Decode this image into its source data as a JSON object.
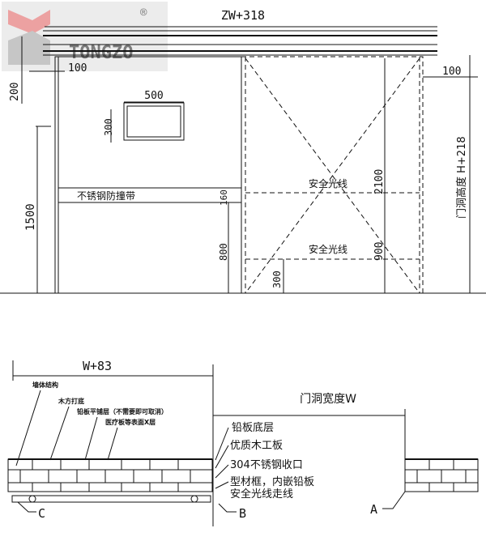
{
  "logo": {
    "text": "TONGZO",
    "mark": "®"
  },
  "elevation": {
    "overall_width": "ZW+318",
    "top_offset_right": "100",
    "top_offset_left": "100",
    "rail_height": "200",
    "window_width": "500",
    "window_height": "300",
    "bumper_label": "不锈钢防撞带",
    "bumper_height": "160",
    "bumper_elevation": "800",
    "handle_height": "1500",
    "safety_light_upper": "安全光线",
    "safety_light_lower": "安全光线",
    "opening_height_2100": "2100",
    "light_height_900": "900",
    "light_height_300": "300",
    "opening_height_label": "门洞高度 H+218"
  },
  "plan": {
    "panel_width": "W+83",
    "opening_width": "门洞宽度W",
    "left_labels": [
      "墙体结构",
      "木方打底",
      "铅板平铺层（不需要即可取消）",
      "医疗板等表面X层"
    ],
    "right_labels": [
      "铅板底层",
      "优质木工板",
      "304不锈钢收口",
      "型材框，内嵌铅板",
      "安全光线走线"
    ],
    "callout_a": "A",
    "callout_b": "B",
    "callout_c": "C"
  }
}
